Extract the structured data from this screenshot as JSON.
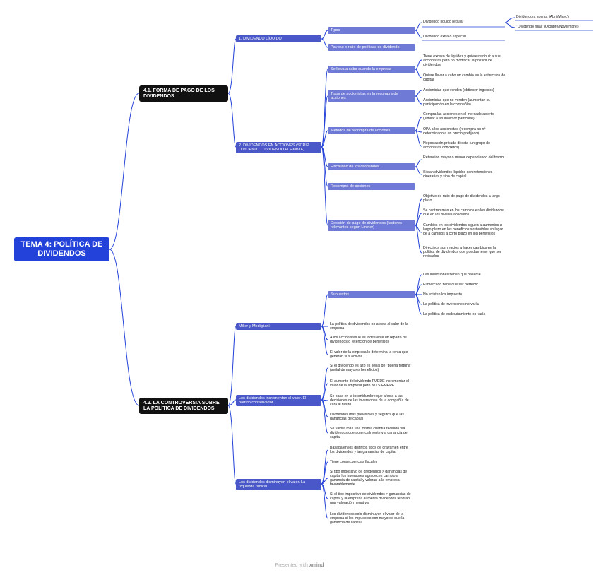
{
  "root": "TEMA 4: POLÍTICA DE DIVIDENDOS",
  "b41": "4.1. FORMA DE PAGO DE LOS DIVIDENDOS",
  "b42": "4.2. LA CONTROVERSIA SOBRE LA POLÍTICA DE DIVIDENDOS",
  "n1": "1. DIVIDENDO LÍQUIDO",
  "n2": "2. DIVIDENDOS EN ACCIONES (SCRIP DIVIDEND O DIVIDENDO FLEXIBLE)",
  "n3": "Miller y Modigliani",
  "n4": "Los dividendos incrementan el valor. El partido conservador",
  "n5": "Los dividendos disminuyen el valor. La izquierda radical",
  "tipos": "Tipos",
  "payout": "Pay out o ratio de políticas de dividendo",
  "sellevaacabo": "Se lleva a cabo cuando la empresa",
  "tiposaccionistas": "Tipos de accionistas en la recompra de acciones",
  "metodos": "Métodos de recompra de acciones",
  "fiscalidad": "Fiscalidad de los dividendos",
  "recompra": "Recompra de acciones",
  "decision": "Decisión de pago de dividendos (factores relevantes según Lintner)",
  "supuestos": "Supuestos",
  "t1": "Dividendo líquido regular",
  "t2": "Dividendo extra o especial",
  "t1a": "Dividendo a cuenta (Abril/Mayo)",
  "t1b": "\"Dividendo final\" (Octubre/Noviembre)",
  "s1": "Tiene exceso de liquidez y quiere retribuir a sus accionistas pero no modificar la política de dividendos",
  "s2": "Quiere llevar a cabo un cambio en la estructura de capital",
  "a1": "Accionistas que venden (obtienen ingresos)",
  "a2": "Accionistas que no venden (aumentan su participación en la compañía)",
  "m1": "Compra las acciones en el mercado abierto (similar a un inversor particular)",
  "m2": "OPA a los accionistas (recompra un nº determinado a un precio prefijado)",
  "m3": "Negociación privada directa (un grupo de accionistas concretos)",
  "f1": "Retención mayor o menor dependiendo del tramo",
  "f2": "Si dan dividendos líquidos son retenciones dinerarias y sino de capital",
  "d1": "Objetivo de ratio de pago de dividendos a largo plazo",
  "d2": "Se centran más en los cambios en los dividendos que en los niveles absolutos",
  "d3": "Cambios en los dividendos siguen a aumentos a largo plazo en los beneficios sostenibles en lugar de a cambios a corto plazo en los beneficios",
  "d4": "Directivos son reacios a hacer cambios en la política de dividendos que puedan tener que ser revisados",
  "u1": "Las inversiones tienen que hacerse",
  "u2": "El mercado tiene que ser perfecto",
  "u3": "No existen los impuesto",
  "u4": "La política de inversiones no varía",
  "u5": "La política de endeudamiento no varía",
  "mm1": "La política de dividendos no afecta al valor de la empresa",
  "mm2": "A los accionistas le es indiferente un reparto de dividendos o retención de beneficios",
  "mm3": "El valor de la empresa lo determina la renta que generan sus activos",
  "c1": "Si el dividendo es alto es señal de \"buena fortuna\" (señal de mayores beneficios)",
  "c2": "El aumento del dividendo PUEDE incrementar el valor de la empresa pero NO SIEMPRE",
  "c3": "Se basa en la incertidumbre que afecta a las decisiones de las inversiones de la compañía de cara al futuro",
  "c4": "Dividendos más previsibles y seguros que las ganancias de capital",
  "c5": "Se valora más una misma cuantía recibida vía dividendos que potencialmente vía ganancia de capital",
  "r1": "Basada en los distintos tipos de gravamen entre los dividendos y las ganancias de capital",
  "r2": "Tiene consecuencias fiscales",
  "r3": "Si tipo impositivo de dividendos > ganancias de capital los inversores agradecen cambio a ganancia de capital y valoran a la empresa favorablemente",
  "r4": "Si el tipo impositivo de dividendos > ganancias de capital y la empresa aumenta dividendos tendrán una valoración negativa",
  "r5": "Los dividendos solo disminuyen el valor de la empresa si los impuestos son mayores que la ganancia de capital",
  "footer_text": "Presented with",
  "footer_brand": "xmind",
  "colors": {
    "root": "#2342d9",
    "branch": "#111111",
    "sub": "#4957c8",
    "subsub": "#6f79d6",
    "line": "#2342d9"
  }
}
